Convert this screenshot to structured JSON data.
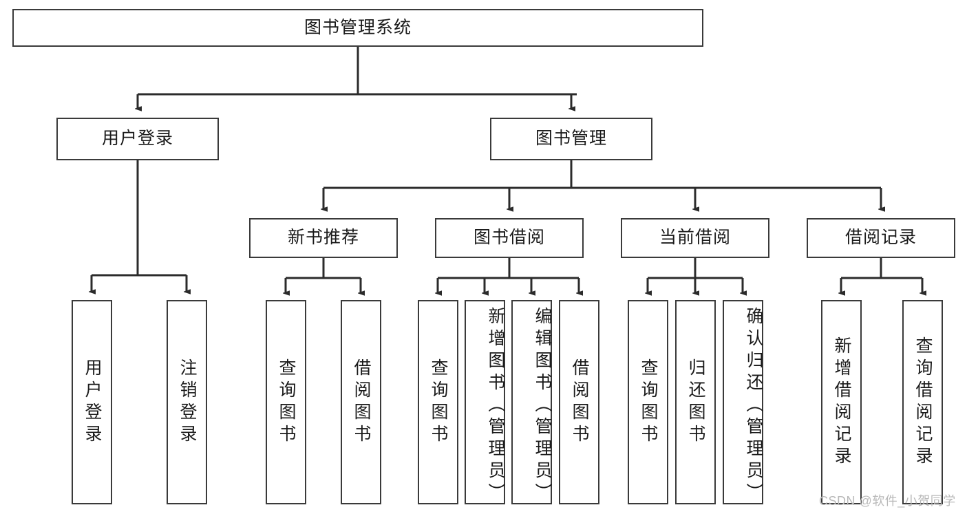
{
  "diagram": {
    "title": "图书管理系统",
    "type": "tree-hierarchy-chart",
    "orientation": "top-down",
    "colors": {
      "box_border": "#3a3a3a",
      "box_fill": "#ffffff",
      "connector": "#2b2b2b",
      "text": "#1a1a1a",
      "watermark": "#b9b9b9",
      "background": "#ffffff"
    }
  },
  "root": {
    "label": "图书管理系统"
  },
  "level2": [
    {
      "label": "用户登录"
    },
    {
      "label": "图书管理"
    }
  ],
  "level3": [
    {
      "label": "新书推荐"
    },
    {
      "label": "图书借阅"
    },
    {
      "label": "当前借阅"
    },
    {
      "label": "借阅记录"
    }
  ],
  "leaves": {
    "user_login": [
      {
        "label": "用户登录"
      },
      {
        "label": "注销登录"
      }
    ],
    "new_book_recommend": [
      {
        "label": "查询图书"
      },
      {
        "label": "借阅图书"
      }
    ],
    "book_borrow": [
      {
        "label": "查询图书"
      },
      {
        "label": "新增图书（管理员）"
      },
      {
        "label": "编辑图书（管理员）"
      },
      {
        "label": "借阅图书"
      }
    ],
    "current_borrow": [
      {
        "label": "查询图书"
      },
      {
        "label": "归还图书"
      },
      {
        "label": "确认归还（管理员）"
      }
    ],
    "borrow_record": [
      {
        "label": "新增借阅记录"
      },
      {
        "label": "查询借阅记录"
      }
    ]
  },
  "watermark": {
    "text": "CSDN @软件_小贺同学"
  }
}
